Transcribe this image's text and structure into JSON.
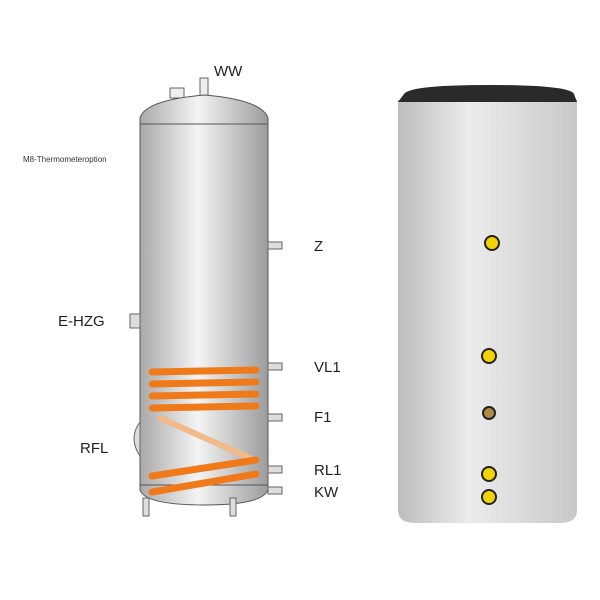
{
  "labels": {
    "ww": "WW",
    "thermometer": "M8-Thermometeroption",
    "z": "Z",
    "ehzg": "E-HZG",
    "vl1": "VL1",
    "f1": "F1",
    "rfl": "RFL",
    "rl1": "RL1",
    "kw": "KW"
  },
  "colors": {
    "coil": "#f07a1a",
    "tank": "#d0d0d0",
    "cap": "#2a2a2a",
    "port": "#f2d200"
  }
}
